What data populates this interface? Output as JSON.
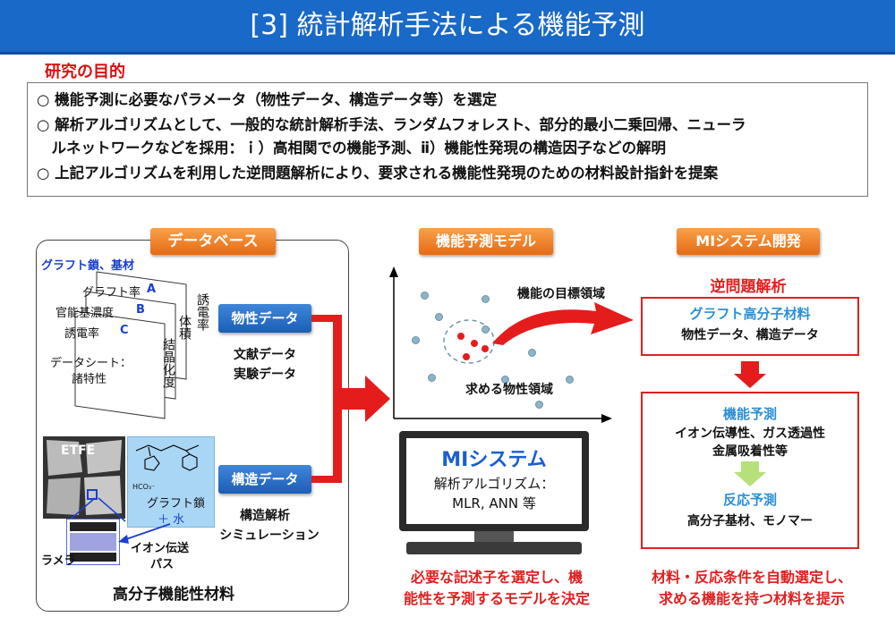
{
  "header": {
    "title": "[3] 統計解析手法による機能予測"
  },
  "purpose": {
    "title": "研究の目的",
    "items": [
      "○ 機能予測に必要なパラメータ（物性データ、構造データ等）を選定",
      "○ 解析アルゴリズムとして、一般的な統計解析手法、ランダムフォレスト、部分的最小二乗回帰、ニューラ",
      "　ルネットワークなどを採用：ｉ）高相関での機能予測、ⅱ）機能性発現の構造因子などの解明",
      "○ 上記アルゴリズムを利用した逆問題解析により、要求される機能性発現のための材料設計指針を提案"
    ]
  },
  "database": {
    "label": "データベース",
    "graft_label": "グラフト鎖、基材",
    "rows": [
      {
        "name": "グラフト率",
        "letter": "A"
      },
      {
        "name": "官能基濃度",
        "letter": "B"
      },
      {
        "name": "誘電率",
        "letter": "C"
      }
    ],
    "sheet_label_1": "データシート：",
    "sheet_label_2": "諸特性",
    "vertical": [
      "誘電率",
      "体積",
      "結晶化度"
    ],
    "etfe": "ETFE",
    "graft_chain": "グラフト鎖",
    "plus_water": "＋ 水",
    "hco3": "HCO₃⁻",
    "lamella": "ラメラ",
    "ion_path_1": "イオン伝送",
    "ion_path_2": "パス",
    "material_caption": "高分子機能性材料"
  },
  "props": {
    "button": "物性データ",
    "line1": "文献データ",
    "line2": "実験データ"
  },
  "struct": {
    "button": "構造データ",
    "line1": "構造解析",
    "line2": "シミュレーション"
  },
  "model": {
    "label": "機能予測モデル",
    "target_region": "機能の目標領域",
    "desired_region": "求める物性領域"
  },
  "mi_screen": {
    "title": "MIシステム",
    "line1": "解析アルゴリズム：",
    "line2": "MLR, ANN 等"
  },
  "model_caption": {
    "line1": "必要な記述子を選定し、機",
    "line2": "能性を予測するモデルを決定"
  },
  "mi_dev": {
    "label": "MIシステム開発",
    "inverse": "逆問題解析",
    "box1_title": "グラフト高分子材料",
    "box1_sub": "物性データ、構造データ",
    "box2_title": "機能予測",
    "box2_sub1": "イオン伝導性、ガス透過性",
    "box2_sub2": "金属吸着性等",
    "box2_title2": "反応予測",
    "box2_sub3": "高分子基材、モノマー"
  },
  "mi_caption": {
    "line1": "材料・反応条件を自動選定し、",
    "line2": "求める機能を持つ材料を提示"
  },
  "colors": {
    "header": "#1869c8",
    "accent_red": "#e02020",
    "orange": "#ee7a1c",
    "blue": "#1d5eb8"
  }
}
